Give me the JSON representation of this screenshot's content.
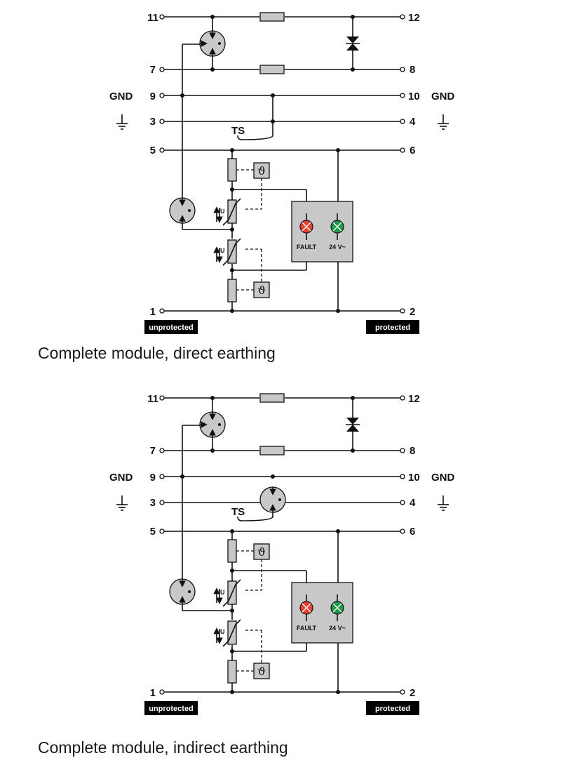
{
  "diagrams": [
    {
      "caption": "Complete module, direct earthing",
      "gnd_left": "GND",
      "gnd_right": "GND",
      "ts_label": "TS",
      "fault_label": "FAULT",
      "voltage_label": "24 V~",
      "unprotected_label": "unprotected",
      "protected_label": "protected",
      "terminals": {
        "t11": "11",
        "t12": "12",
        "t7": "7",
        "t8": "8",
        "t9": "9",
        "t10": "10",
        "t3": "3",
        "t4": "4",
        "t5": "5",
        "t6": "6",
        "t1": "1",
        "t2": "2"
      },
      "thermal_symbol": "ϑ",
      "earthing": "direct"
    },
    {
      "caption": "Complete module, indirect earthing",
      "gnd_left": "GND",
      "gnd_right": "GND",
      "ts_label": "TS",
      "fault_label": "FAULT",
      "voltage_label": "24 V~",
      "unprotected_label": "unprotected",
      "protected_label": "protected",
      "terminals": {
        "t11": "11",
        "t12": "12",
        "t7": "7",
        "t8": "8",
        "t9": "9",
        "t10": "10",
        "t3": "3",
        "t4": "4",
        "t5": "5",
        "t6": "6",
        "t1": "1",
        "t2": "2"
      },
      "thermal_symbol": "ϑ",
      "earthing": "indirect"
    }
  ],
  "colors": {
    "fault_led": "#e8412f",
    "power_led": "#1f9a48",
    "component_fill": "#c8c8c8",
    "tag_bg": "#000000"
  }
}
